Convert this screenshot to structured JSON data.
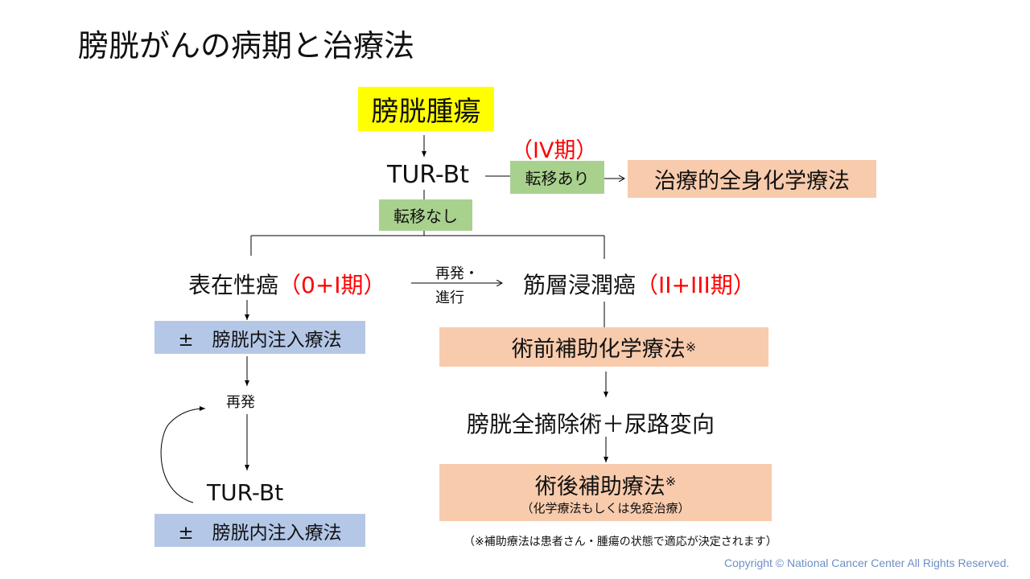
{
  "title": "膀胱がんの病期と治療法",
  "tumor": "膀胱腫瘍",
  "turbt_top": "TUR-Bt",
  "stage_iv": "（IV期）",
  "metastasis_yes": "転移あり",
  "systemic_chemo": "治療的全身化学療法",
  "metastasis_no": "転移なし",
  "superficial": {
    "label": "表在性癌",
    "stage": "（0+I期）"
  },
  "progression_label_1": "再発・",
  "progression_label_2": "進行",
  "invasive": {
    "label": "筋層浸潤癌",
    "stage": "（II+III期）"
  },
  "left": {
    "instillation_1": "±　膀胱内注入療法",
    "recurrence": "再発",
    "turbt": "TUR-Bt",
    "instillation_2": "±　膀胱内注入療法"
  },
  "right": {
    "neoadjuvant": "術前補助化学療法",
    "neoadjuvant_mark": "※",
    "cystectomy": "膀胱全摘除術＋尿路変向",
    "adjuvant": "術後補助療法",
    "adjuvant_mark": "※",
    "adjuvant_sub": "（化学療法もしくは免疫治療）"
  },
  "footnote": "（※補助療法は患者さん・腫瘍の状態で適応が決定されます）",
  "copyright": "Copyright © National Cancer Center All Rights Reserved.",
  "colors": {
    "yellow": "#ffff00",
    "green": "#a9d18e",
    "orange": "#f8cbad",
    "blue": "#b4c7e7",
    "red": "#ff0000",
    "copyright": "#6f8fc4"
  }
}
